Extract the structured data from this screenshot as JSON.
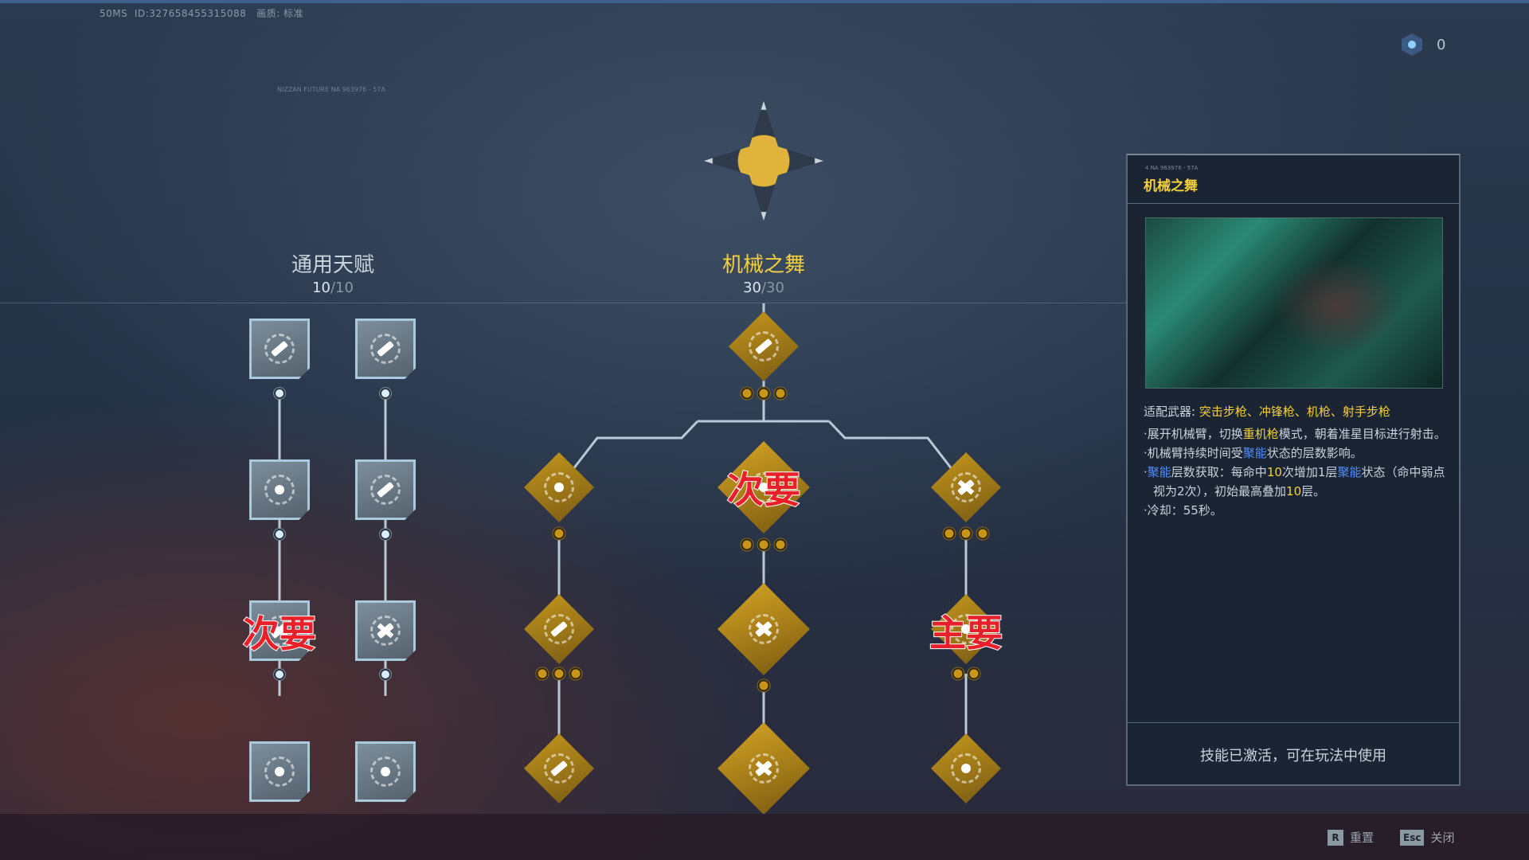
{
  "header": {
    "ping": "50MS",
    "id": "ID:327658455315088",
    "quality": "画质: 标准",
    "deco_code": "NIZZAN FUTURE NA 963976 - 57A"
  },
  "currency": {
    "icon": "talent-point-hex-icon",
    "value": "0"
  },
  "general_tree": {
    "title": "通用天赋",
    "points": "10",
    "max": "/10",
    "columns": [
      {
        "nodes": [
          {
            "icon": "gun-burst-icon"
          },
          {
            "icon": "skull-crosshair-icon"
          },
          {
            "icon": "orbit-icon",
            "tag": "次要"
          },
          {
            "icon": "gear-crosshair-icon"
          }
        ]
      },
      {
        "nodes": [
          {
            "icon": "bullet-burst-icon"
          },
          {
            "icon": "gun-burst-icon"
          },
          {
            "icon": "bullet-orbit-icon"
          },
          {
            "icon": "heart-plus-icon"
          }
        ]
      }
    ]
  },
  "skill_tree": {
    "title": "机械之舞",
    "points": "30",
    "max": "/30",
    "root": {
      "icon": "heavy-gun-icon",
      "levels": 3
    },
    "tags": {
      "secondary": "次要",
      "primary": "主要"
    }
  },
  "detail": {
    "sub": "4 NA 963976 - 57A",
    "title": "机械之舞",
    "weapons_label": "适配武器:",
    "weapons": "突击步枪、冲锋枪、机枪、射手步枪",
    "line1_a": "·展开机械臂，切换",
    "line1_hl": "重机枪",
    "line1_b": "模式，朝着准星目标进行射击。",
    "line2_a": "·机械臂持续时间受",
    "line2_hl": "聚能",
    "line2_b": "状态的层数影响。",
    "line3_a": "·",
    "line3_hl1": "聚能",
    "line3_b": "层数获取：每命中",
    "line3_n1": "10",
    "line3_c": "次增加1层",
    "line3_hl2": "聚能",
    "line3_d": "状态（命中弱点视为2次），初始最高叠加",
    "line3_n2": "10",
    "line3_e": "层。",
    "line4": "·冷却：55秒。",
    "footer": "技能已激活，可在玩法中使用"
  },
  "controls": {
    "reset_key": "R",
    "reset_label": "重置",
    "close_key": "Esc",
    "close_label": "关闭"
  }
}
